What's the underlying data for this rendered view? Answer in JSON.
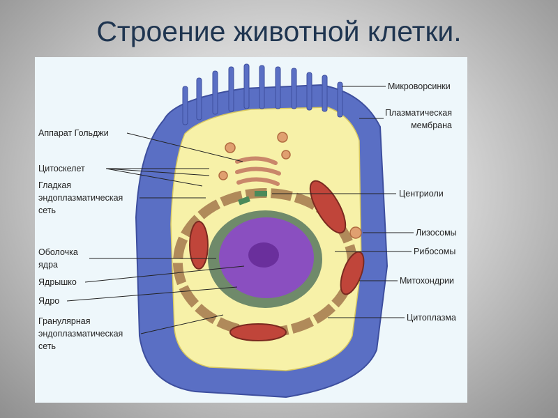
{
  "title": "Строение животной клетки.",
  "labels_left": {
    "golgi": "Аппарат Гольджи",
    "cytoskeleton": "Цитоскелет",
    "smooth_er_1": "Гладкая",
    "smooth_er_2": "эндоплазматическая",
    "smooth_er_3": "сеть",
    "nuclear_envelope_1": "Оболочка",
    "nuclear_envelope_2": "ядра",
    "nucleolus": "Ядрышко",
    "nucleus": "Ядро",
    "rough_er_1": "Гранулярная",
    "rough_er_2": "эндоплазматическая",
    "rough_er_3": "сеть"
  },
  "labels_right": {
    "microvilli": "Микроворсинки",
    "plasma_membrane_1": "Плазматическая",
    "plasma_membrane_2": "мембрана",
    "centrioles": "Центриоли",
    "lysosomes": "Лизосомы",
    "ribosomes": "Рибосомы",
    "mitochondria": "Митохондрии",
    "cytoplasm": "Цитоплазма"
  },
  "colors": {
    "membrane": "#5a6fc4",
    "cytoplasm": "#f7f1a8",
    "nucleus": "#8a4fc0",
    "mitochondria": "#c0453a"
  }
}
